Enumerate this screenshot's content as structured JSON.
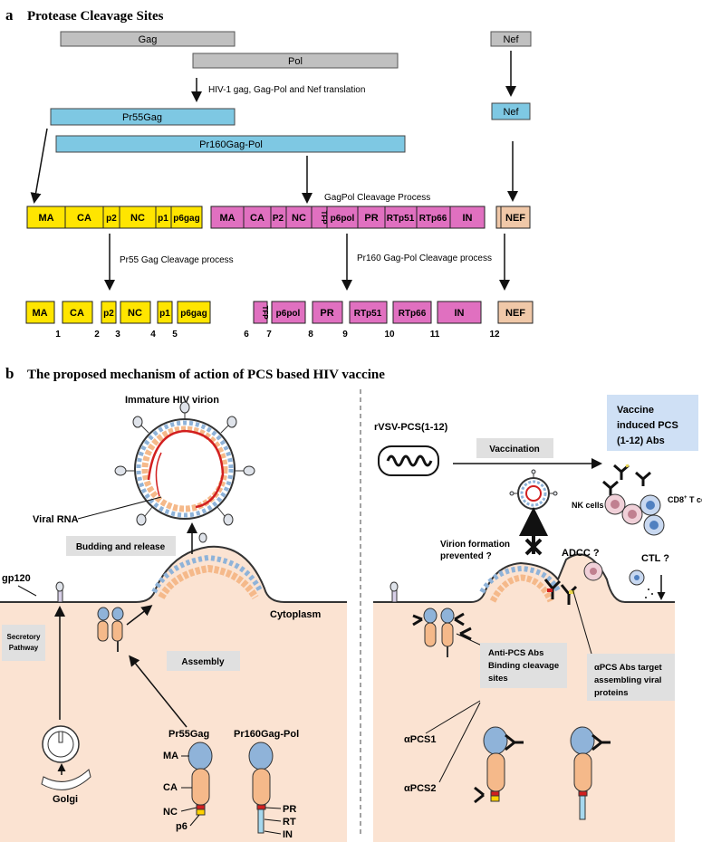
{
  "panel_a": {
    "letter": "a",
    "title": "Protease Cleavage Sites",
    "genes": {
      "gag": "Gag",
      "pol": "Pol",
      "nef": "Nef"
    },
    "translation_note": "HIV-1 gag, Gag-Pol and Nef translation",
    "precursors": {
      "pr55": "Pr55Gag",
      "pr160": "Pr160Gag-Pol",
      "nef": "Nef"
    },
    "gagpol_process": "GagPol Cleavage Process",
    "gag_row": [
      "MA",
      "CA",
      "p2",
      "NC",
      "p1",
      "p6gag"
    ],
    "gagpol_row": [
      "MA",
      "CA",
      "P2",
      "NC",
      "TFP",
      "p6pol",
      "PR",
      "RTp51",
      "RTp66",
      "IN"
    ],
    "nef_box": "NEF",
    "pr55_process": "Pr55 Gag Cleavage process",
    "pr160_process": "Pr160 Gag-Pol Cleavage process",
    "products": [
      "MA",
      "CA",
      "p2",
      "NC",
      "p1",
      "p6gag",
      "TFP",
      "p6pol",
      "PR",
      "RTp51",
      "RTp66",
      "IN",
      "NEF"
    ],
    "site_numbers": [
      "1",
      "2",
      "3",
      "4",
      "5",
      "6",
      "7",
      "8",
      "9",
      "10",
      "11",
      "12"
    ],
    "colors": {
      "gene": "#c0c0c0",
      "precursor": "#7ec8e3",
      "gag": "#ffe500",
      "gagpol": "#e070c0",
      "nef": "#f0c8a8"
    }
  },
  "panel_b": {
    "letter": "b",
    "title": "The proposed mechanism of action of PCS based HIV vaccine",
    "left": {
      "immature_virion": "Immature HIV virion",
      "viral_rna": "Viral RNA",
      "budding": "Budding and release",
      "gp120": "gp120",
      "cytoplasm": "Cytoplasm",
      "secretory_1": "Secretory",
      "secretory_2": "Pathway",
      "assembly": "Assembly",
      "golgi": "Golgi",
      "pr55gag": "Pr55Gag",
      "pr160gagpol": "Pr160Gag-Pol",
      "domains_gag": [
        "MA",
        "CA",
        "NC",
        "p6"
      ],
      "domains_pol": [
        "PR",
        "RT",
        "IN"
      ]
    },
    "right": {
      "rvsv": "rVSV-PCS(1-12)",
      "vaccination": "Vaccination",
      "vaccine_box": [
        "Vaccine",
        "induced PCS",
        "(1-12) Abs"
      ],
      "nk_cells": "NK cells",
      "cd8_main": "CD8",
      "cd8_sup": "+",
      "cd8_tail": " T cells",
      "virion_prevented_1": "Virion formation",
      "virion_prevented_2": "prevented ?",
      "adcc": "ADCC ?",
      "ctl": "CTL ?",
      "anti_pcs": [
        "Anti-PCS Abs",
        "Binding cleavage",
        "sites"
      ],
      "apcs_target": [
        "αPCS Abs target",
        "assembling viral",
        "proteins"
      ],
      "apcs1": "αPCS1",
      "apcs2": "αPCS2"
    },
    "colors": {
      "cytoplasm": "#fbe3d2",
      "lipid_head": "#8fb3d9",
      "capsid": "#f5b98a",
      "rna": "#d21f1f",
      "label_box": "#e0e0e0",
      "vaccine_box": "#cfe0f5"
    }
  }
}
